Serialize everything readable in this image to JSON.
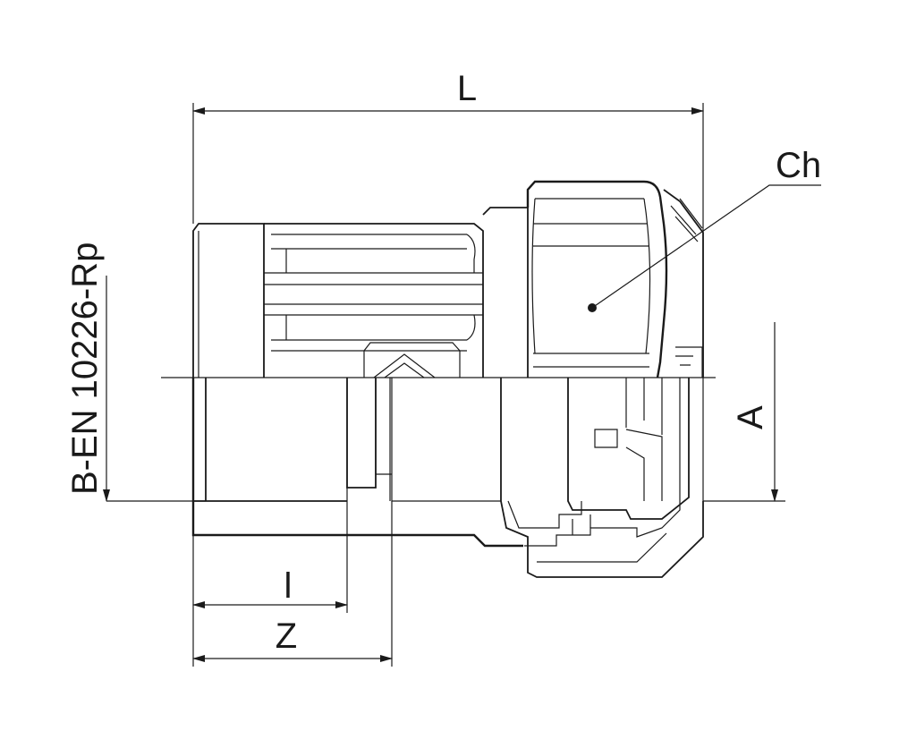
{
  "diagram": {
    "labels": {
      "length": "L",
      "hex": "Ch",
      "thread_standard": "B-EN 10226-Rp",
      "diameter": "A",
      "thread_length": "l",
      "insertion_depth": "Z"
    },
    "colors": {
      "line": "#1a1a1a",
      "background": "#ffffff"
    }
  }
}
